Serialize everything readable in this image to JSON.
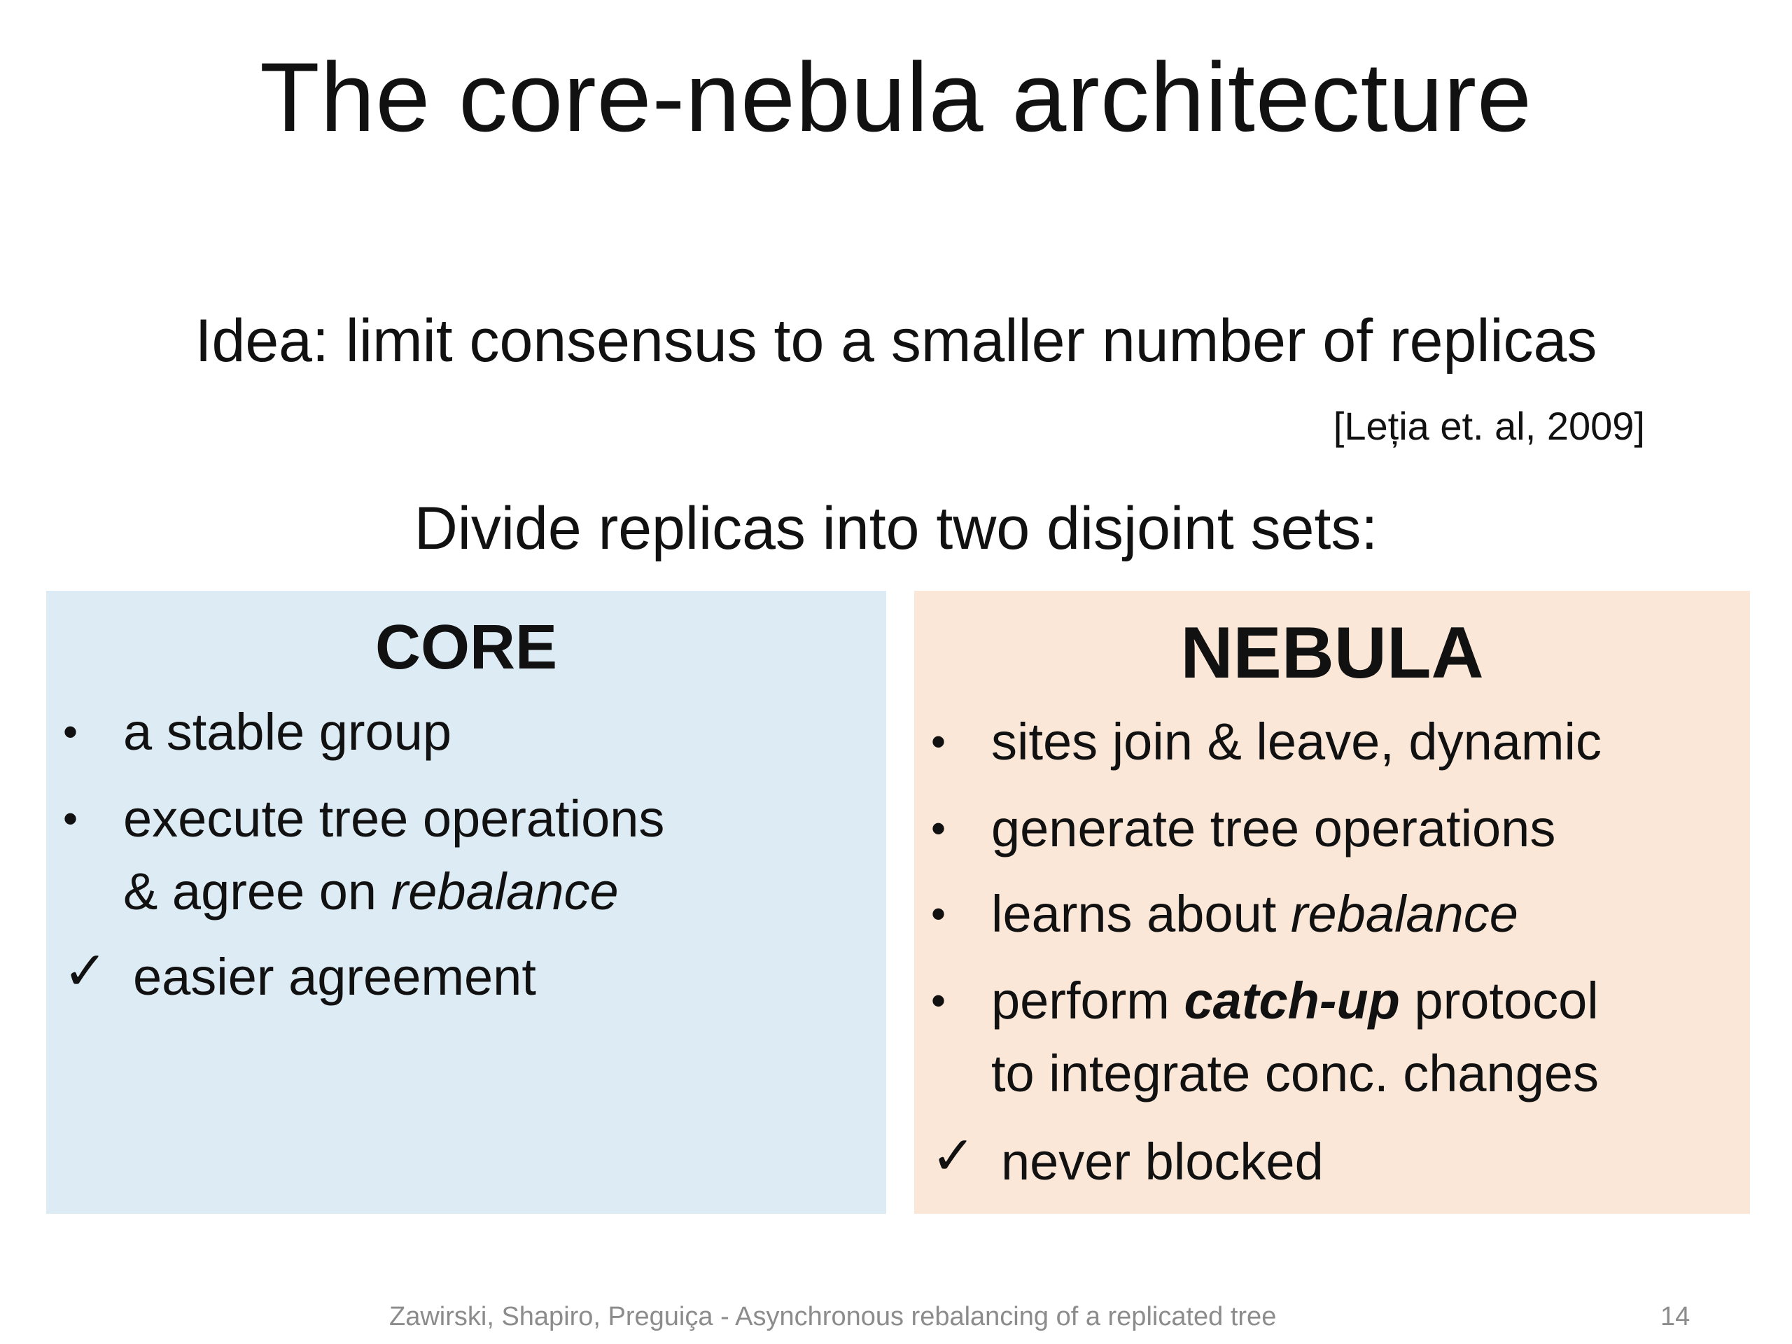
{
  "slide": {
    "title": "The core-nebula architecture",
    "idea": "Idea: limit consensus to a smaller number of replicas",
    "citation": "[Leția et. al, 2009]",
    "divide": "Divide replicas into two disjoint sets:"
  },
  "core": {
    "title": "CORE",
    "bullet_symbol": "•",
    "check_symbol": "✓",
    "items": [
      {
        "text": "a stable group"
      },
      {
        "text": "execute tree operations",
        "cont_prefix": "& agree on ",
        "cont_em": "rebalance"
      },
      {
        "text": "easier agreement"
      }
    ]
  },
  "nebula": {
    "title": "NEBULA",
    "bullet_symbol": "•",
    "check_symbol": "✓",
    "items": [
      {
        "text": "sites join & leave, dynamic"
      },
      {
        "text": "generate tree operations"
      },
      {
        "prefix": "learns about ",
        "em": "rebalance"
      },
      {
        "prefix": "perform ",
        "strong_em": "catch-up",
        "suffix": " protocol",
        "cont": "to integrate conc. changes"
      },
      {
        "text": "never blocked"
      }
    ]
  },
  "footer": {
    "text": "Zawirski, Shapiro, Preguiça - Asynchronous rebalancing of a replicated tree",
    "page": "14"
  },
  "colors": {
    "core_bg": "#dcebf4",
    "nebula_bg": "#fbe7d7",
    "footer_text": "#8c8c8c"
  }
}
